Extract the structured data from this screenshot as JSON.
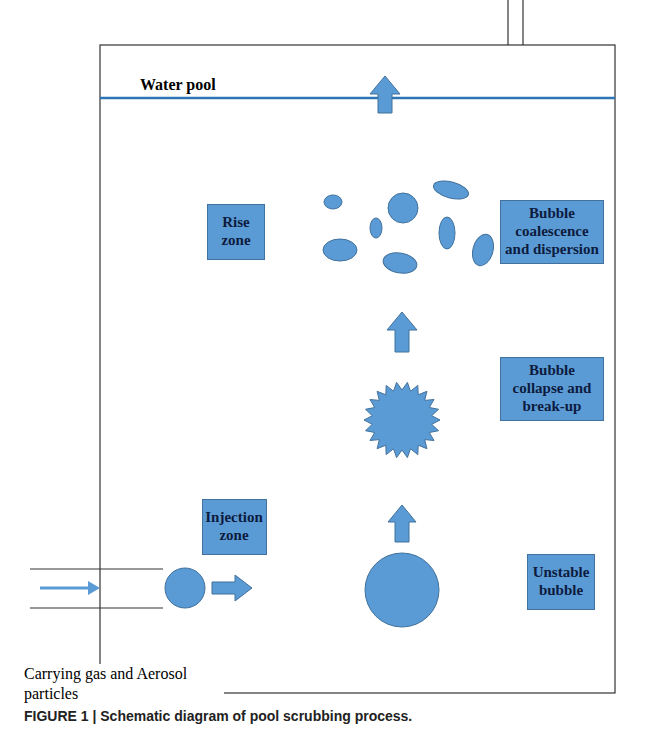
{
  "diagram": {
    "caption": "FIGURE 1 | Schematic diagram of pool scrubbing process.",
    "nodes": [
      {
        "text": [
          "Rise zone"
        ]
      },
      {
        "text": [
          "Bubble coalescence and dispersion"
        ]
      },
      {
        "text": [
          "Bubble collapse and break-up"
        ]
      },
      {
        "text": [
          "Injection zone"
        ]
      },
      {
        "text": [
          "Unstable bubble"
        ]
      }
    ],
    "labels": [
      "Water pool",
      "Carrying gas and Aerosol particles"
    ]
  }
}
